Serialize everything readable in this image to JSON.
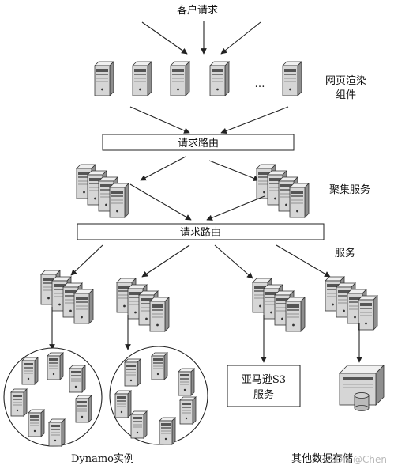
{
  "labels": {
    "client_request": "客户请求",
    "render_line1": "网页渲染",
    "render_line2": "组件",
    "ellipsis": "…",
    "router1": "请求路由",
    "aggregation": "聚集服务",
    "router2": "请求路由",
    "services": "服务",
    "s3_line1": "亚马逊S3",
    "s3_line2": "服务",
    "dynamo": "Dynamo实例",
    "other_storage": "其他数据存储",
    "watermark": "CSDN @Chen"
  },
  "icons": {
    "server": "server-icon",
    "server_cluster": "server-cluster-icon",
    "database": "database-icon"
  },
  "colors": {
    "line": "#222222",
    "server_face": "#d9d9d9",
    "server_side": "#9a9a9a",
    "server_top": "#eeeeee"
  }
}
